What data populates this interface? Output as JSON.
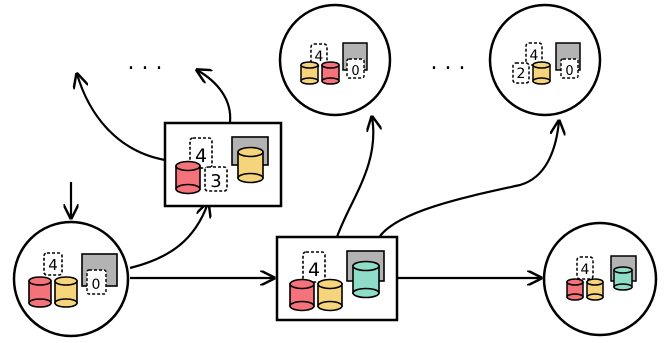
{
  "colors": {
    "red": "#f4737a",
    "yellow": "#f6d47c",
    "teal": "#8fdcc8",
    "bin_gray": "#b3b3b3",
    "stroke": "#000000"
  },
  "ellipsis_left": ". . .",
  "ellipsis_right": ". . .",
  "nodes": {
    "start": {
      "label_top": "4",
      "label_bin": "0"
    },
    "upper_box": {
      "label_top": "4",
      "label_side": "3"
    },
    "center_box": {
      "label_top": "4"
    },
    "top_left_circle": {
      "label_top": "4",
      "label_bin": "0"
    },
    "top_right_circle": {
      "label_top": "4",
      "label_side": "2",
      "label_bin": "0"
    },
    "right_circle": {
      "label_top": "4"
    }
  }
}
